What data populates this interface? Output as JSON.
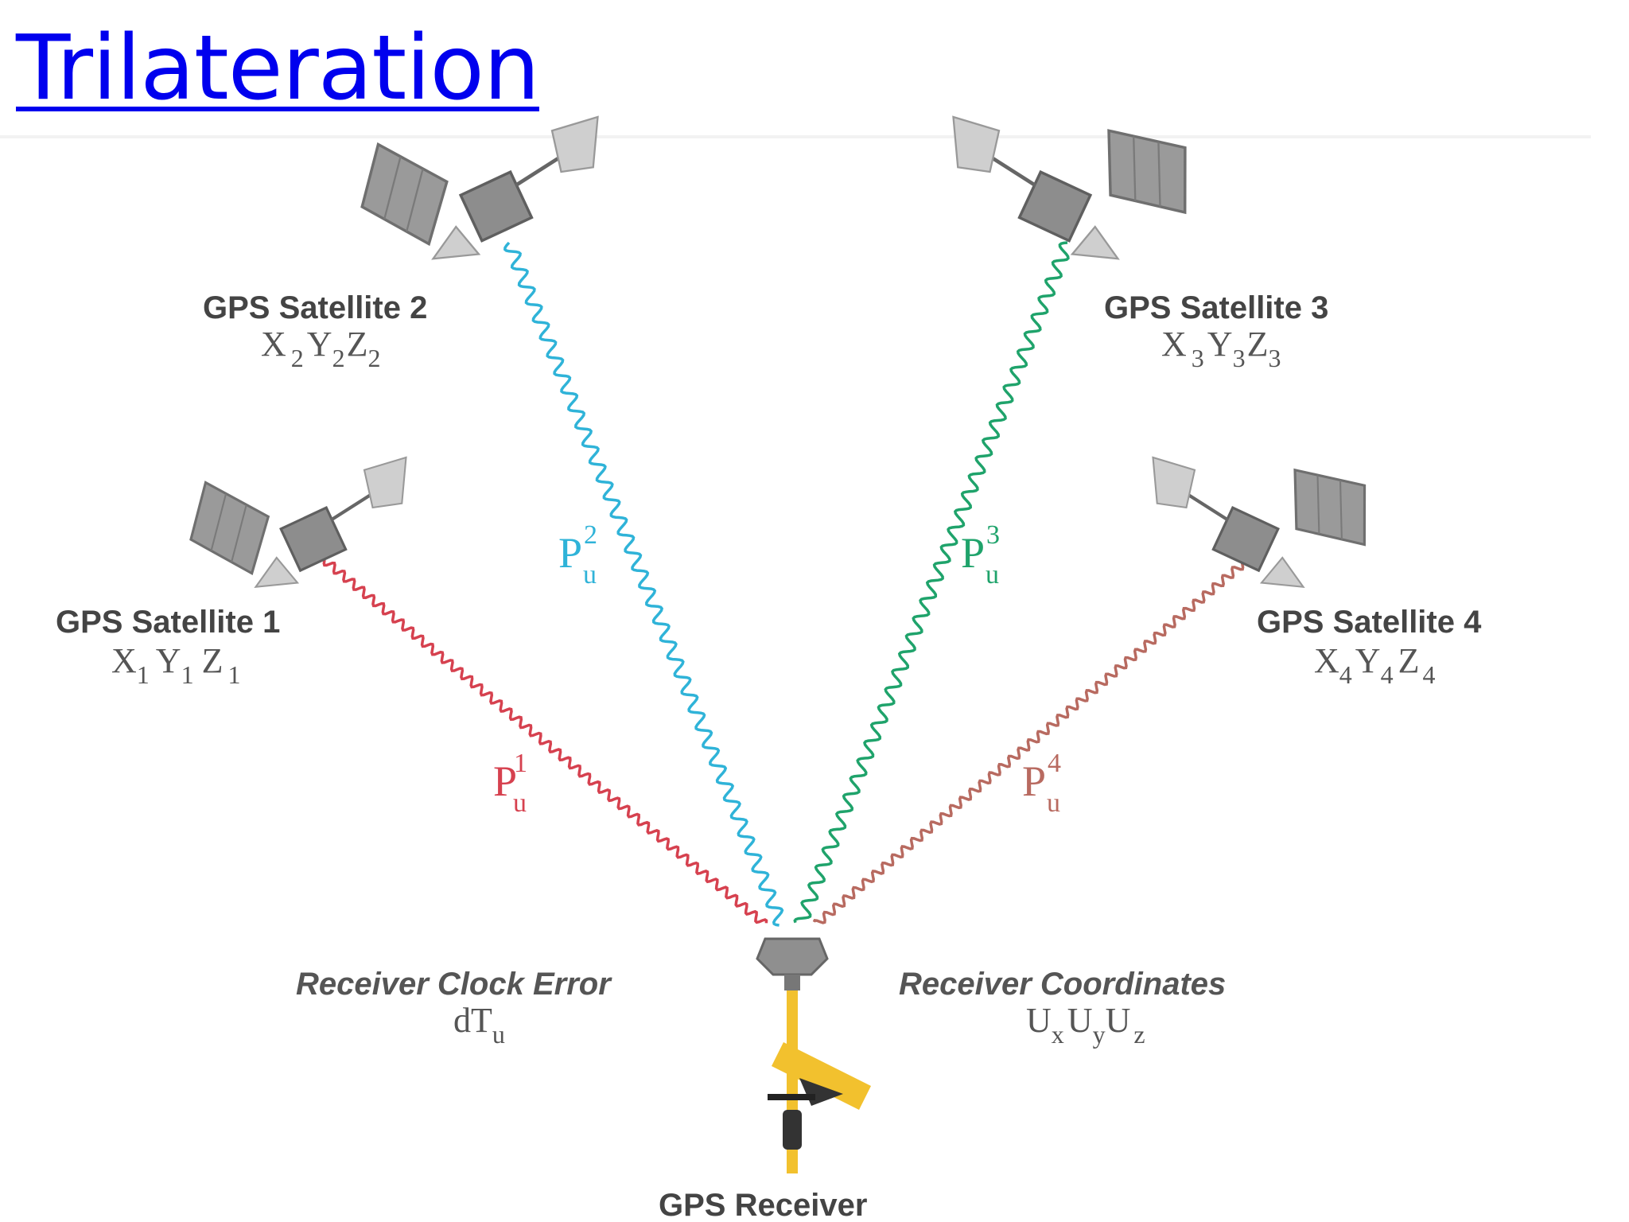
{
  "title": "Trilateration",
  "satellites": [
    {
      "name": "GPS Satellite 1",
      "coord": {
        "x": "X",
        "y": "Y",
        "z": "Z",
        "sub": "1"
      },
      "range": {
        "p": "P",
        "sub": "u",
        "sup": "1"
      },
      "color": "#d6414f"
    },
    {
      "name": "GPS Satellite 2",
      "coord": {
        "x": "X",
        "y": "Y",
        "z": "Z",
        "sub": "2"
      },
      "range": {
        "p": "P",
        "sub": "u",
        "sup": "2"
      },
      "color": "#2fb3d8"
    },
    {
      "name": "GPS Satellite 3",
      "coord": {
        "x": "X",
        "y": "Y",
        "z": "Z",
        "sub": "3"
      },
      "range": {
        "p": "P",
        "sub": "u",
        "sup": "3"
      },
      "color": "#1fa36b"
    },
    {
      "name": "GPS Satellite 4",
      "coord": {
        "x": "X",
        "y": "Y",
        "z": "Z",
        "sub": "4"
      },
      "range": {
        "p": "P",
        "sub": "u",
        "sup": "4"
      },
      "color": "#b86a60"
    }
  ],
  "receiver": {
    "name": "GPS Receiver",
    "clock_error": {
      "title": "Receiver Clock Error",
      "d": "dT",
      "sub": "u"
    },
    "coordinates": {
      "title": "Receiver Coordinates",
      "u": "U",
      "subs": [
        "x",
        "y",
        "z"
      ]
    }
  },
  "colors": {
    "title_link": "#0000ee",
    "receiver_pole": "#f2c12e"
  }
}
